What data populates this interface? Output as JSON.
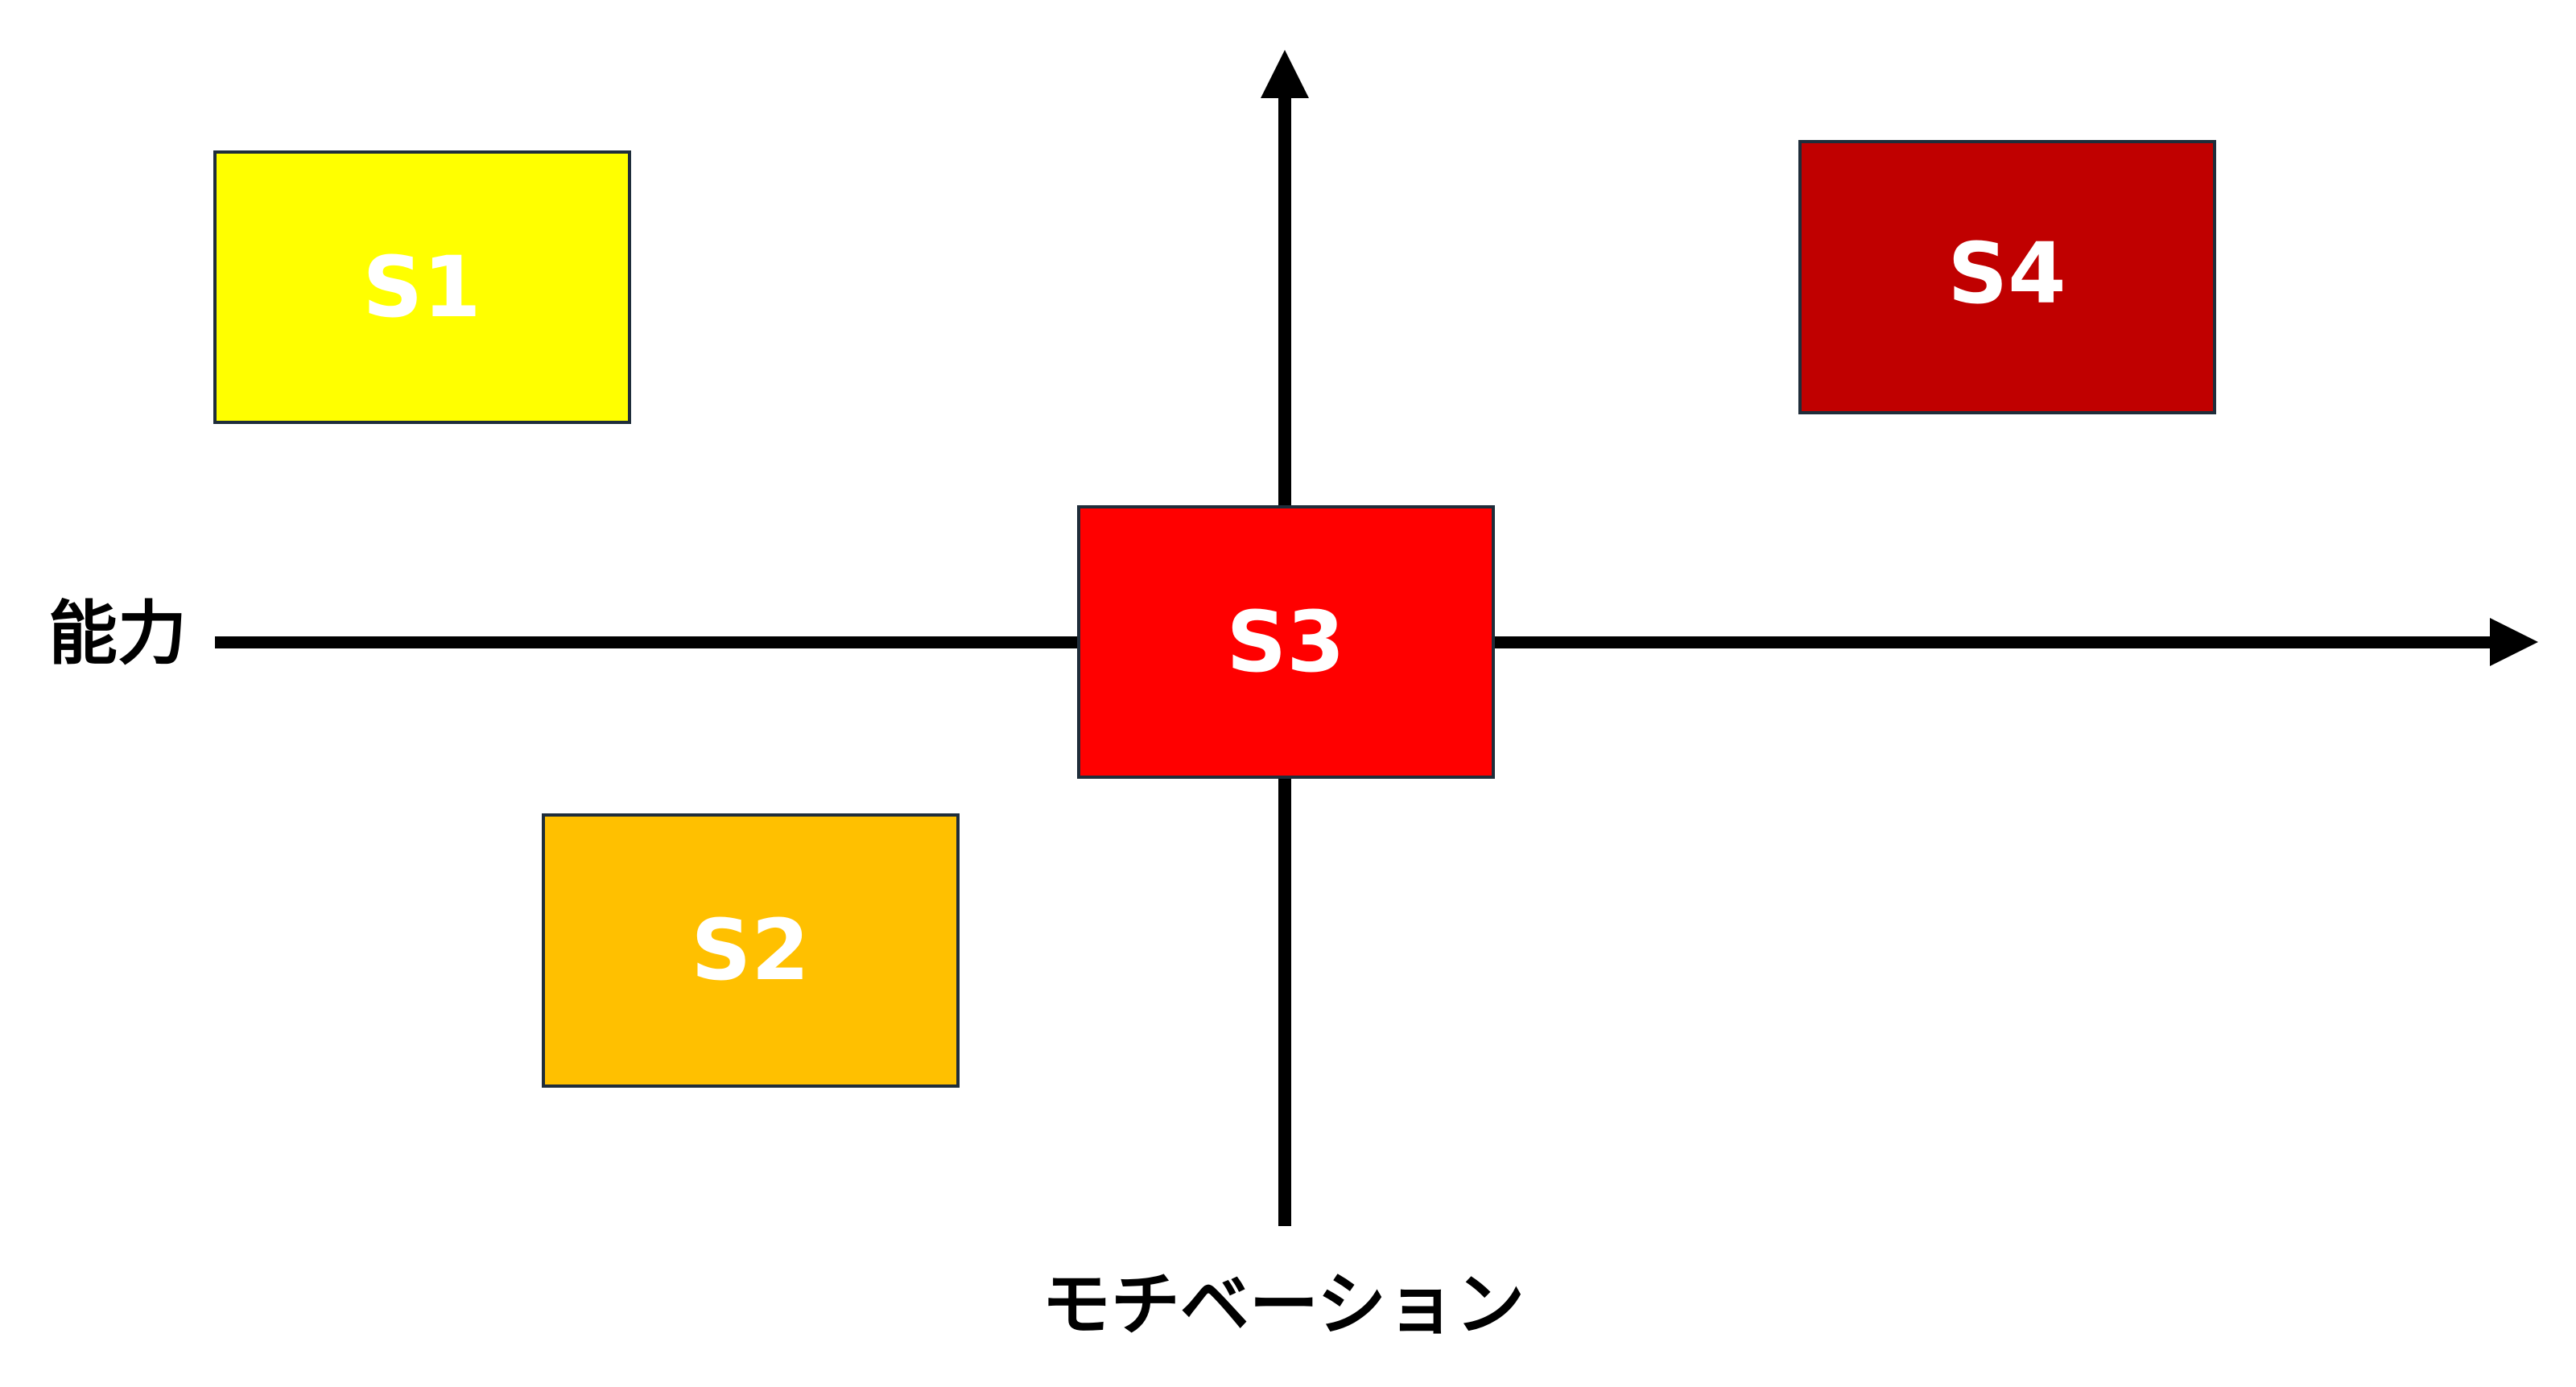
{
  "axes": {
    "horizontal_label": "能力",
    "vertical_label": "モチベーション"
  },
  "boxes": [
    {
      "label": "S1",
      "color": "#FFFF00"
    },
    {
      "label": "S2",
      "color": "#FFC000"
    },
    {
      "label": "S3",
      "color": "#FF0000"
    },
    {
      "label": "S4",
      "color": "#C00000"
    }
  ],
  "colors": {
    "axis": "#000000",
    "box_border": "#1F2D3A",
    "text": "#FFFFFF"
  }
}
